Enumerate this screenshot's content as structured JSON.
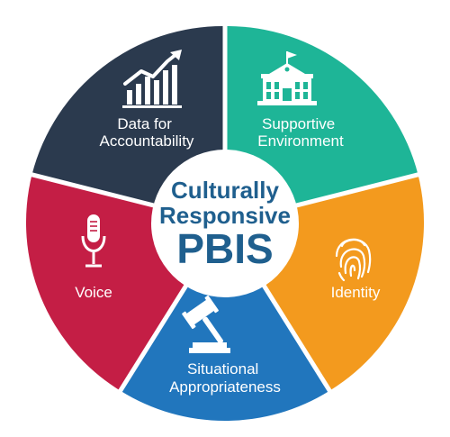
{
  "center": {
    "line1": "Culturally",
    "line2": "Responsive",
    "line3": "PBIS",
    "text_color": "#1f5f8e"
  },
  "segments": [
    {
      "id": "data",
      "lines": [
        "Data for",
        "Accountability"
      ],
      "color": "#2b3a4e",
      "icon": "bar-chart-icon"
    },
    {
      "id": "supportive",
      "lines": [
        "Supportive",
        "Environment"
      ],
      "color": "#1eb597",
      "icon": "school-building-icon"
    },
    {
      "id": "identity",
      "lines": [
        "Identity"
      ],
      "color": "#f39a1e",
      "icon": "fingerprint-icon"
    },
    {
      "id": "situational",
      "lines": [
        "Situational",
        "Appropriateness"
      ],
      "color": "#2176bd",
      "icon": "gavel-icon"
    },
    {
      "id": "voice",
      "lines": [
        "Voice"
      ],
      "color": "#c41e45",
      "icon": "microphone-icon"
    }
  ],
  "ring_color": "#ffffff"
}
